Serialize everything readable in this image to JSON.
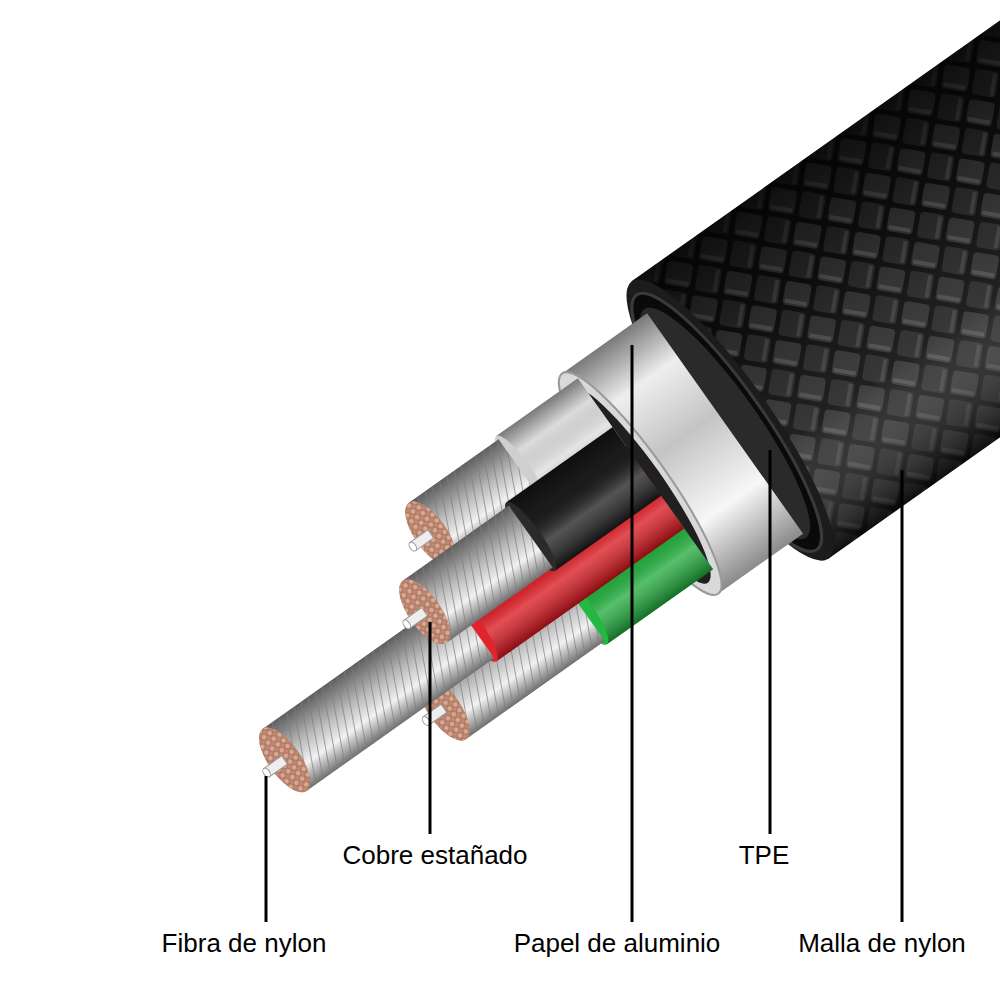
{
  "diagram": {
    "labels": [
      "Cobre estañado",
      "TPE",
      "Fibra de nylon",
      "Papel de aluminio",
      "Malla de nylon"
    ]
  }
}
